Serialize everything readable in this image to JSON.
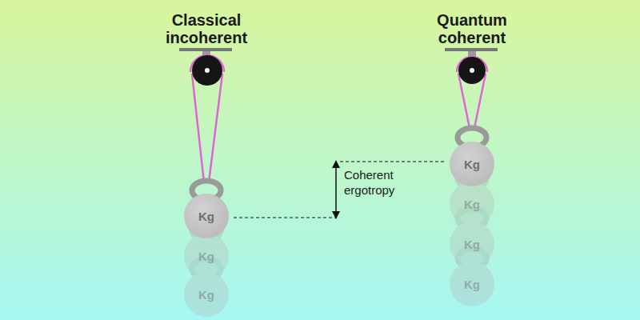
{
  "diagram": {
    "nodes": [
      {
        "text": [
          "Kg"
        ]
      },
      {
        "text": [
          "Kg"
        ]
      }
    ],
    "labels": [
      "Classical incoherent",
      "Quantum coherent",
      "Coherent ergotropy",
      "Kg",
      "Kg",
      "Kg",
      "Kg",
      "Kg"
    ]
  }
}
